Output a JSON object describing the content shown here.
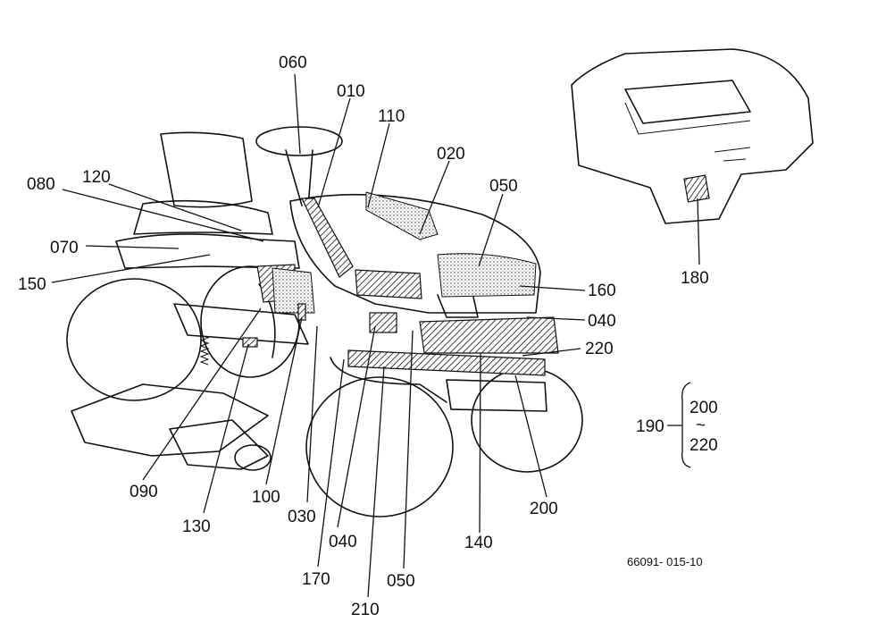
{
  "drawing_code": "66091- 015-10",
  "callouts": [
    {
      "id": "060",
      "text": "060"
    },
    {
      "id": "010",
      "text": "010"
    },
    {
      "id": "110",
      "text": "110"
    },
    {
      "id": "020",
      "text": "020"
    },
    {
      "id": "050a",
      "text": "050"
    },
    {
      "id": "080",
      "text": "080"
    },
    {
      "id": "120",
      "text": "120"
    },
    {
      "id": "070",
      "text": "070"
    },
    {
      "id": "150",
      "text": "150"
    },
    {
      "id": "160",
      "text": "160"
    },
    {
      "id": "040a",
      "text": "040"
    },
    {
      "id": "220",
      "text": "220"
    },
    {
      "id": "180",
      "text": "180"
    },
    {
      "id": "090",
      "text": "090"
    },
    {
      "id": "130",
      "text": "130"
    },
    {
      "id": "100",
      "text": "100"
    },
    {
      "id": "030",
      "text": "030"
    },
    {
      "id": "040b",
      "text": "040"
    },
    {
      "id": "170",
      "text": "170"
    },
    {
      "id": "210",
      "text": "210"
    },
    {
      "id": "050b",
      "text": "050"
    },
    {
      "id": "140",
      "text": "140"
    },
    {
      "id": "200",
      "text": "200"
    }
  ],
  "range_group": {
    "label": "190",
    "from": "200",
    "tilde": "~",
    "to": "220"
  }
}
